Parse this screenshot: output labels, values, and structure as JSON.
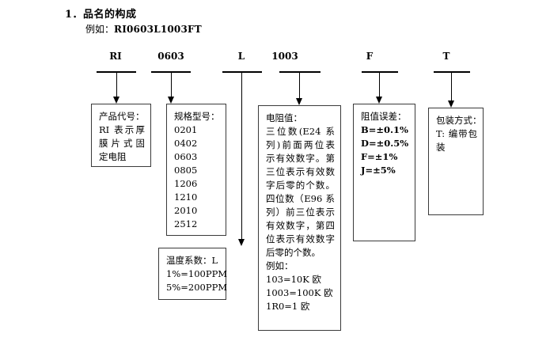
{
  "document": {
    "title": "1．品名的构成",
    "example_label": "例如：",
    "example_code": "RI0603L1003FT"
  },
  "code_labels": [
    {
      "name": "product-code",
      "text": "RI"
    },
    {
      "name": "size-code",
      "text": "0603"
    },
    {
      "name": "temperature-coefficient-code",
      "text": "L"
    },
    {
      "name": "resistance-code",
      "text": "1003"
    },
    {
      "name": "tolerance-code",
      "text": "F"
    },
    {
      "name": "packaging-code",
      "text": "T"
    }
  ],
  "boxes": {
    "product": {
      "heading": "产品代号：",
      "lines": [
        "RI 表示厚",
        "膜片式固",
        "定电阻"
      ]
    },
    "size": {
      "heading": "规格型号：",
      "lines": [
        "0201",
        "0402",
        "0603",
        "0805",
        "1206",
        "1210",
        "2010",
        "2512"
      ]
    },
    "temperature": {
      "heading": "温度系数：L",
      "lines": [
        "1%=100PPM",
        "5%=200PPM"
      ]
    },
    "resistance": {
      "heading": "电阻值：",
      "lines": [
        "三位数(E24 系",
        "列)前面两位表",
        "示有效数字。第",
        "三位表示有效数",
        "字后零的个数。",
        "四位数（E96 系",
        "列）前三位表示",
        "有效数字，第四",
        "位表示有效数字",
        "后零的个数。"
      ],
      "example_label": "例如：",
      "examples": [
        "103=10K 欧",
        "1003=100K 欧",
        "1R0=1 欧"
      ]
    },
    "tolerance": {
      "heading": "阻值误差：",
      "lines": [
        "B=±0.1%",
        "D=±0.5%",
        "F=±1%",
        "J=±5%"
      ]
    },
    "packaging": {
      "heading": "包装方式：",
      "lines": [
        "T: 编带包",
        "装"
      ]
    }
  },
  "colors": {
    "background": "#ffffff",
    "text": "#000000",
    "border": "#3a3a3a"
  }
}
